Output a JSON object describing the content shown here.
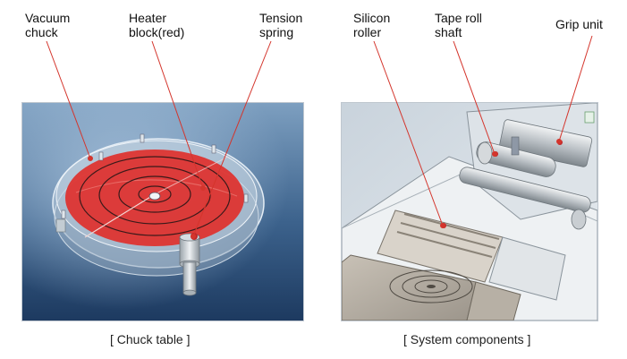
{
  "labels": {
    "vacuum_chuck": [
      "Vacuum",
      "chuck"
    ],
    "heater_block": [
      "Heater",
      "block(red)"
    ],
    "tension_spring": [
      "Tension",
      "spring"
    ],
    "silicon_roller": [
      "Silicon",
      "roller"
    ],
    "tape_roll_shaft": [
      "Tape roll",
      "shaft"
    ],
    "grip_unit": [
      "Grip unit"
    ]
  },
  "captions": {
    "left": "[ Chuck table ]",
    "right": "[ System components ]"
  },
  "colors": {
    "leader": "#d4352c",
    "heater_red": "#e0302c",
    "chuck_bg_top": "#6f95b8",
    "chuck_bg_bottom": "#1f3f66",
    "machine_bg": "#c7d1da"
  }
}
